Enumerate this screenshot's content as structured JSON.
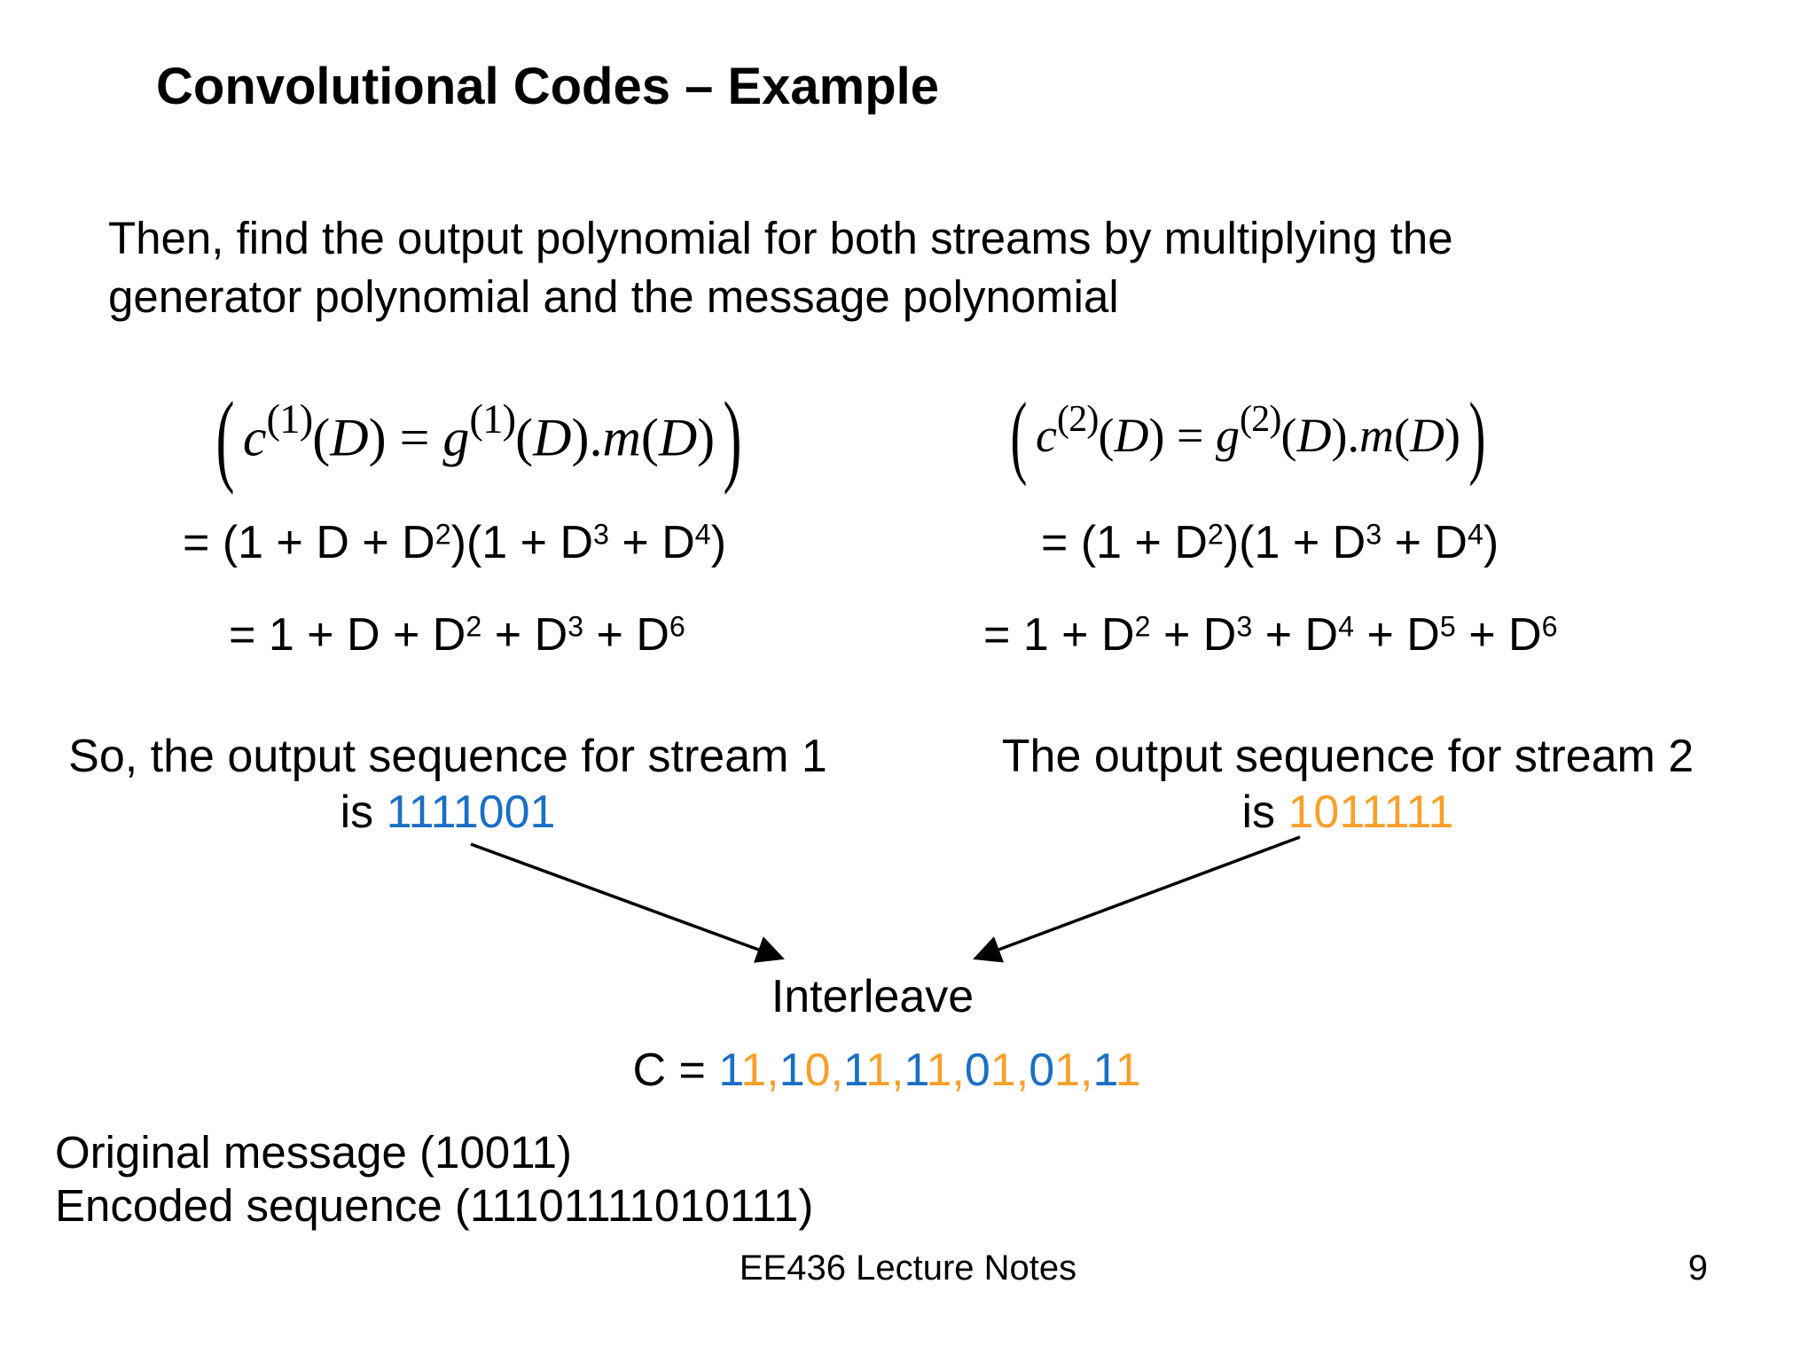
{
  "slide": {
    "title": "Convolutional Codes – Example",
    "body_lines": [
      "Then, find the output polynomial for both streams by multiplying the",
      "generator polynomial and the message polynomial"
    ]
  },
  "colors": {
    "stream1_blue": "#1A6FC5",
    "stream2_orange": "#F9A02B",
    "text": "#000000",
    "background": "#FFFFFF"
  },
  "equations": {
    "c1_formula": [
      {
        "t": "(",
        "cls": "bigp"
      },
      {
        "t": "c",
        "cls": "it"
      },
      {
        "t": "(1)",
        "cls": "msup"
      },
      {
        "t": "("
      },
      {
        "t": "D",
        "cls": "it"
      },
      {
        "t": ")"
      },
      {
        "t": " = "
      },
      {
        "t": "g",
        "cls": "it"
      },
      {
        "t": "(1)",
        "cls": "msup"
      },
      {
        "t": "("
      },
      {
        "t": "D",
        "cls": "it"
      },
      {
        "t": ")."
      },
      {
        "t": "m",
        "cls": "it"
      },
      {
        "t": "("
      },
      {
        "t": "D",
        "cls": "it"
      },
      {
        "t": ")"
      },
      {
        "t": ")",
        "cls": "bigp"
      }
    ],
    "c2_formula": [
      {
        "t": "(",
        "cls": "bigp"
      },
      {
        "t": "c",
        "cls": "it"
      },
      {
        "t": "(2)",
        "cls": "msup"
      },
      {
        "t": "("
      },
      {
        "t": "D",
        "cls": "it"
      },
      {
        "t": ")"
      },
      {
        "t": " = "
      },
      {
        "t": "g",
        "cls": "it"
      },
      {
        "t": "(2)",
        "cls": "msup"
      },
      {
        "t": "("
      },
      {
        "t": "D",
        "cls": "it"
      },
      {
        "t": ")."
      },
      {
        "t": "m",
        "cls": "it"
      },
      {
        "t": "("
      },
      {
        "t": "D",
        "cls": "it"
      },
      {
        "t": ")"
      },
      {
        "t": ")",
        "cls": "bigp"
      }
    ],
    "left_line1": [
      {
        "t": "= (1 + D + D"
      },
      {
        "t": "2",
        "cls": "sup"
      },
      {
        "t": ")(1 + D"
      },
      {
        "t": "3",
        "cls": "sup"
      },
      {
        "t": " + D"
      },
      {
        "t": "4",
        "cls": "sup"
      },
      {
        "t": ")"
      }
    ],
    "right_line1": [
      {
        "t": "= (1 + D"
      },
      {
        "t": "2",
        "cls": "sup"
      },
      {
        "t": ")(1 + D"
      },
      {
        "t": "3",
        "cls": "sup"
      },
      {
        "t": " + D"
      },
      {
        "t": "4",
        "cls": "sup"
      },
      {
        "t": ")"
      }
    ],
    "left_line2": [
      {
        "t": "= 1 + D + D"
      },
      {
        "t": "2",
        "cls": "sup"
      },
      {
        "t": " + D"
      },
      {
        "t": "3",
        "cls": "sup"
      },
      {
        "t": " + D"
      },
      {
        "t": "6",
        "cls": "sup"
      }
    ],
    "right_line2": [
      {
        "t": "= 1 + D"
      },
      {
        "t": "2",
        "cls": "sup"
      },
      {
        "t": " + D"
      },
      {
        "t": "3",
        "cls": "sup"
      },
      {
        "t": " + D"
      },
      {
        "t": "4",
        "cls": "sup"
      },
      {
        "t": " + D"
      },
      {
        "t": "5",
        "cls": "sup"
      },
      {
        "t": " + D"
      },
      {
        "t": "6",
        "cls": "sup"
      }
    ]
  },
  "streams": {
    "stream1_line1": "So, the output sequence for stream 1",
    "stream1_line2": [
      {
        "t": "is "
      },
      {
        "t": "1111001",
        "color": "#1A6FC5"
      }
    ],
    "stream2_line1": "The output sequence for stream 2",
    "stream2_line2": [
      {
        "t": "is "
      },
      {
        "t": "1011111",
        "color": "#F9A02B"
      }
    ]
  },
  "interleave": {
    "label": "Interleave",
    "c_line": [
      {
        "t": "C = "
      },
      {
        "t": "1",
        "color": "#1A6FC5"
      },
      {
        "t": "1,",
        "color": "#F9A02B"
      },
      {
        "t": "1",
        "color": "#1A6FC5"
      },
      {
        "t": "0,",
        "color": "#F9A02B"
      },
      {
        "t": "1",
        "color": "#1A6FC5"
      },
      {
        "t": "1,",
        "color": "#F9A02B"
      },
      {
        "t": "1",
        "color": "#1A6FC5"
      },
      {
        "t": "1,",
        "color": "#F9A02B"
      },
      {
        "t": "0",
        "color": "#1A6FC5"
      },
      {
        "t": "1,",
        "color": "#F9A02B"
      },
      {
        "t": "0",
        "color": "#1A6FC5"
      },
      {
        "t": "1,",
        "color": "#F9A02B"
      },
      {
        "t": "1",
        "color": "#1A6FC5"
      },
      {
        "t": "1",
        "color": "#F9A02B"
      }
    ]
  },
  "summary": {
    "line1": "Original message (10011)",
    "line2": "Encoded sequence (11101111010111)"
  },
  "footer": {
    "course": "EE436 Lecture Notes",
    "page": "9"
  }
}
